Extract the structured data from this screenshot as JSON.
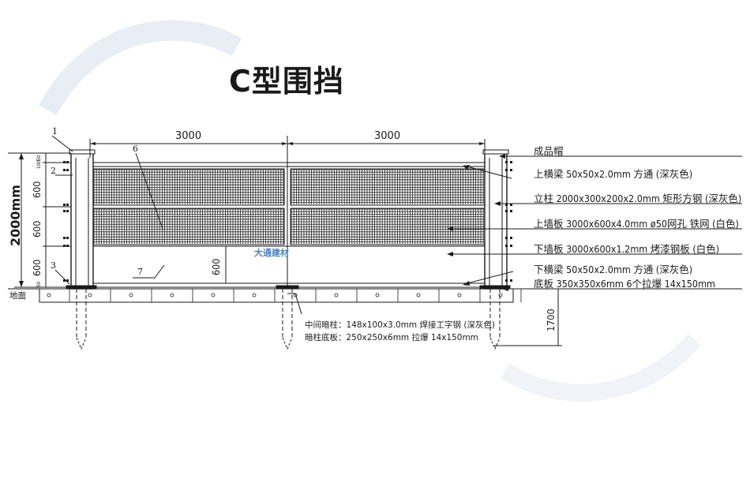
{
  "title": "C型围挡",
  "dimensions": {
    "panel_width_left": "3000",
    "panel_width_right": "3000",
    "total_height": "2000mm",
    "segment_top": "600",
    "segment_mid": "600",
    "segment_bottom": "600",
    "top_small_1": "50",
    "top_small_2": "100",
    "bottom_small": "50",
    "gap_height": "600",
    "pile_depth": "1700"
  },
  "part_numbers": [
    "1",
    "2",
    "3",
    "6",
    "7"
  ],
  "ground_label": "地面",
  "callouts": [
    "成品帽",
    "上横梁 50x50x2.0mm 方通 (深灰色)",
    "立柱 2000x300x200x2.0mm 矩形方钢 (深灰色)",
    "上墙板 3000x600x4.0mm ø50网孔 铁网 (白色)",
    "下墙板 3000x600x1.2mm 烤漆钢板 (白色)",
    "下横梁 50x50x2.0mm 方通 (深灰色)",
    "底板 350x350x6mm  6个拉爆 14x150mm"
  ],
  "hidden_post_notes": [
    "中间暗柱：148x100x3.0mm 焊接工字钢 (深灰色)",
    "暗柱底板：250x250x6mm   拉爆 14x150mm"
  ],
  "watermark": "大通建材",
  "colors": {
    "line": "#1a1a1a",
    "mesh": "#222222",
    "watermark": "#2f6fb3"
  }
}
